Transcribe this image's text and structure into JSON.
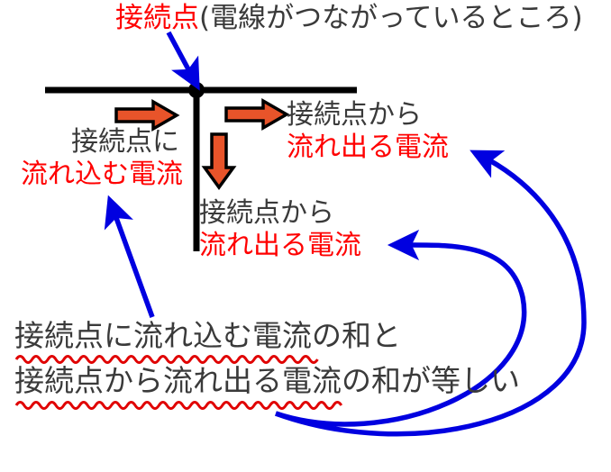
{
  "diagram": {
    "title_caption": {
      "highlight": "接続点",
      "rest": "(電線がつながっているところ)"
    },
    "junction_label": "接続点",
    "labels": {
      "inflow": {
        "line1": "接続点に",
        "line2": "流れ込む電流"
      },
      "outflow_right": {
        "line1": "接続点から",
        "line2": "流れ出る電流"
      },
      "outflow_down": {
        "line1": "接続点から",
        "line2": "流れ出る電流"
      }
    },
    "conclusion": {
      "line1": "接続点に流れ込む電流の和と",
      "line2": "接続点から流れ出る電流の和が等しい"
    },
    "colors": {
      "current_arrow": "#e8542a",
      "current_arrow_outline": "#000000",
      "highlight_text": "#ff0000",
      "body_text": "#3a3a3a",
      "pointer_arrow": "#0000e0",
      "wire": "#000000",
      "spellcheck_underline": "#e00000"
    }
  }
}
